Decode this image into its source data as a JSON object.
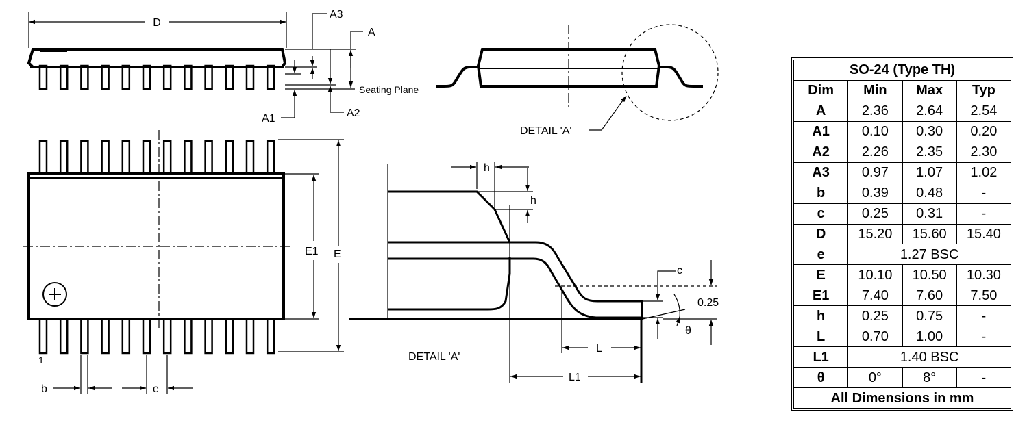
{
  "labels": {
    "D": "D",
    "A": "A",
    "A1": "A1",
    "A2": "A2",
    "A3": "A3",
    "seating_plane": "Seating Plane",
    "detail_a_ref": "DETAIL 'A'",
    "detail_a_title": "DETAIL 'A'",
    "E": "E",
    "E1": "E1",
    "b": "b",
    "e": "e",
    "pin1": "1",
    "h_top": "h",
    "h_side": "h",
    "c": "c",
    "gauge": "0.25",
    "L": "L",
    "L1": "L1",
    "theta": "θ"
  },
  "table": {
    "title": "SO-24 (Type TH)",
    "headers": [
      "Dim",
      "Min",
      "Max",
      "Typ"
    ],
    "rows": [
      {
        "dim": "A",
        "min": "2.36",
        "max": "2.64",
        "typ": "2.54"
      },
      {
        "dim": "A1",
        "min": "0.10",
        "max": "0.30",
        "typ": "0.20"
      },
      {
        "dim": "A2",
        "min": "2.26",
        "max": "2.35",
        "typ": "2.30"
      },
      {
        "dim": "A3",
        "min": "0.97",
        "max": "1.07",
        "typ": "1.02"
      },
      {
        "dim": "b",
        "min": "0.39",
        "max": "0.48",
        "typ": "-"
      },
      {
        "dim": "c",
        "min": "0.25",
        "max": "0.31",
        "typ": "-"
      },
      {
        "dim": "D",
        "min": "15.20",
        "max": "15.60",
        "typ": "15.40"
      },
      {
        "dim": "e",
        "span": "1.27 BSC"
      },
      {
        "dim": "E",
        "min": "10.10",
        "max": "10.50",
        "typ": "10.30"
      },
      {
        "dim": "E1",
        "min": "7.40",
        "max": "7.60",
        "typ": "7.50"
      },
      {
        "dim": "h",
        "min": "0.25",
        "max": "0.75",
        "typ": "-"
      },
      {
        "dim": "L",
        "min": "0.70",
        "max": "1.00",
        "typ": "-"
      },
      {
        "dim": "L1",
        "span": "1.40 BSC"
      },
      {
        "dim": "θ",
        "min": "0°",
        "max": "8°",
        "typ": "-"
      }
    ],
    "footer": "All Dimensions in mm"
  }
}
